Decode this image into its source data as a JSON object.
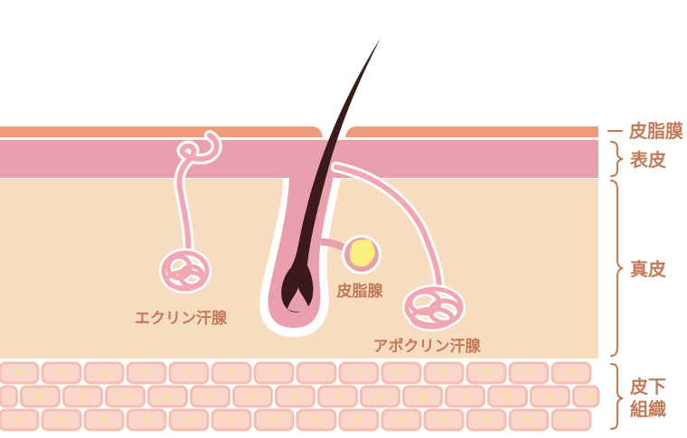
{
  "layers": {
    "sebum_film": "皮脂膜",
    "epidermis": "表皮",
    "dermis": "真皮",
    "subcutaneous_line1": "皮下",
    "subcutaneous_line2": "組織"
  },
  "structures": {
    "eccrine": "エクリン汗腺",
    "sebaceous": "皮脂腺",
    "apocrine": "アポクリン汗腺"
  },
  "colors": {
    "sebum_film": "#EE9B7D",
    "epidermis": "#E9A0AC",
    "dermis": "#F7DCBF",
    "subcutaneous": "#F4BEB3",
    "fat_cell": "#F9D6C8",
    "fat_dot": "#F7DBA8",
    "hair": "#3A1A1A",
    "sebaceous_fill": "#F9EF7F",
    "label": "#C27A56",
    "gland": "#F1A7B1"
  }
}
